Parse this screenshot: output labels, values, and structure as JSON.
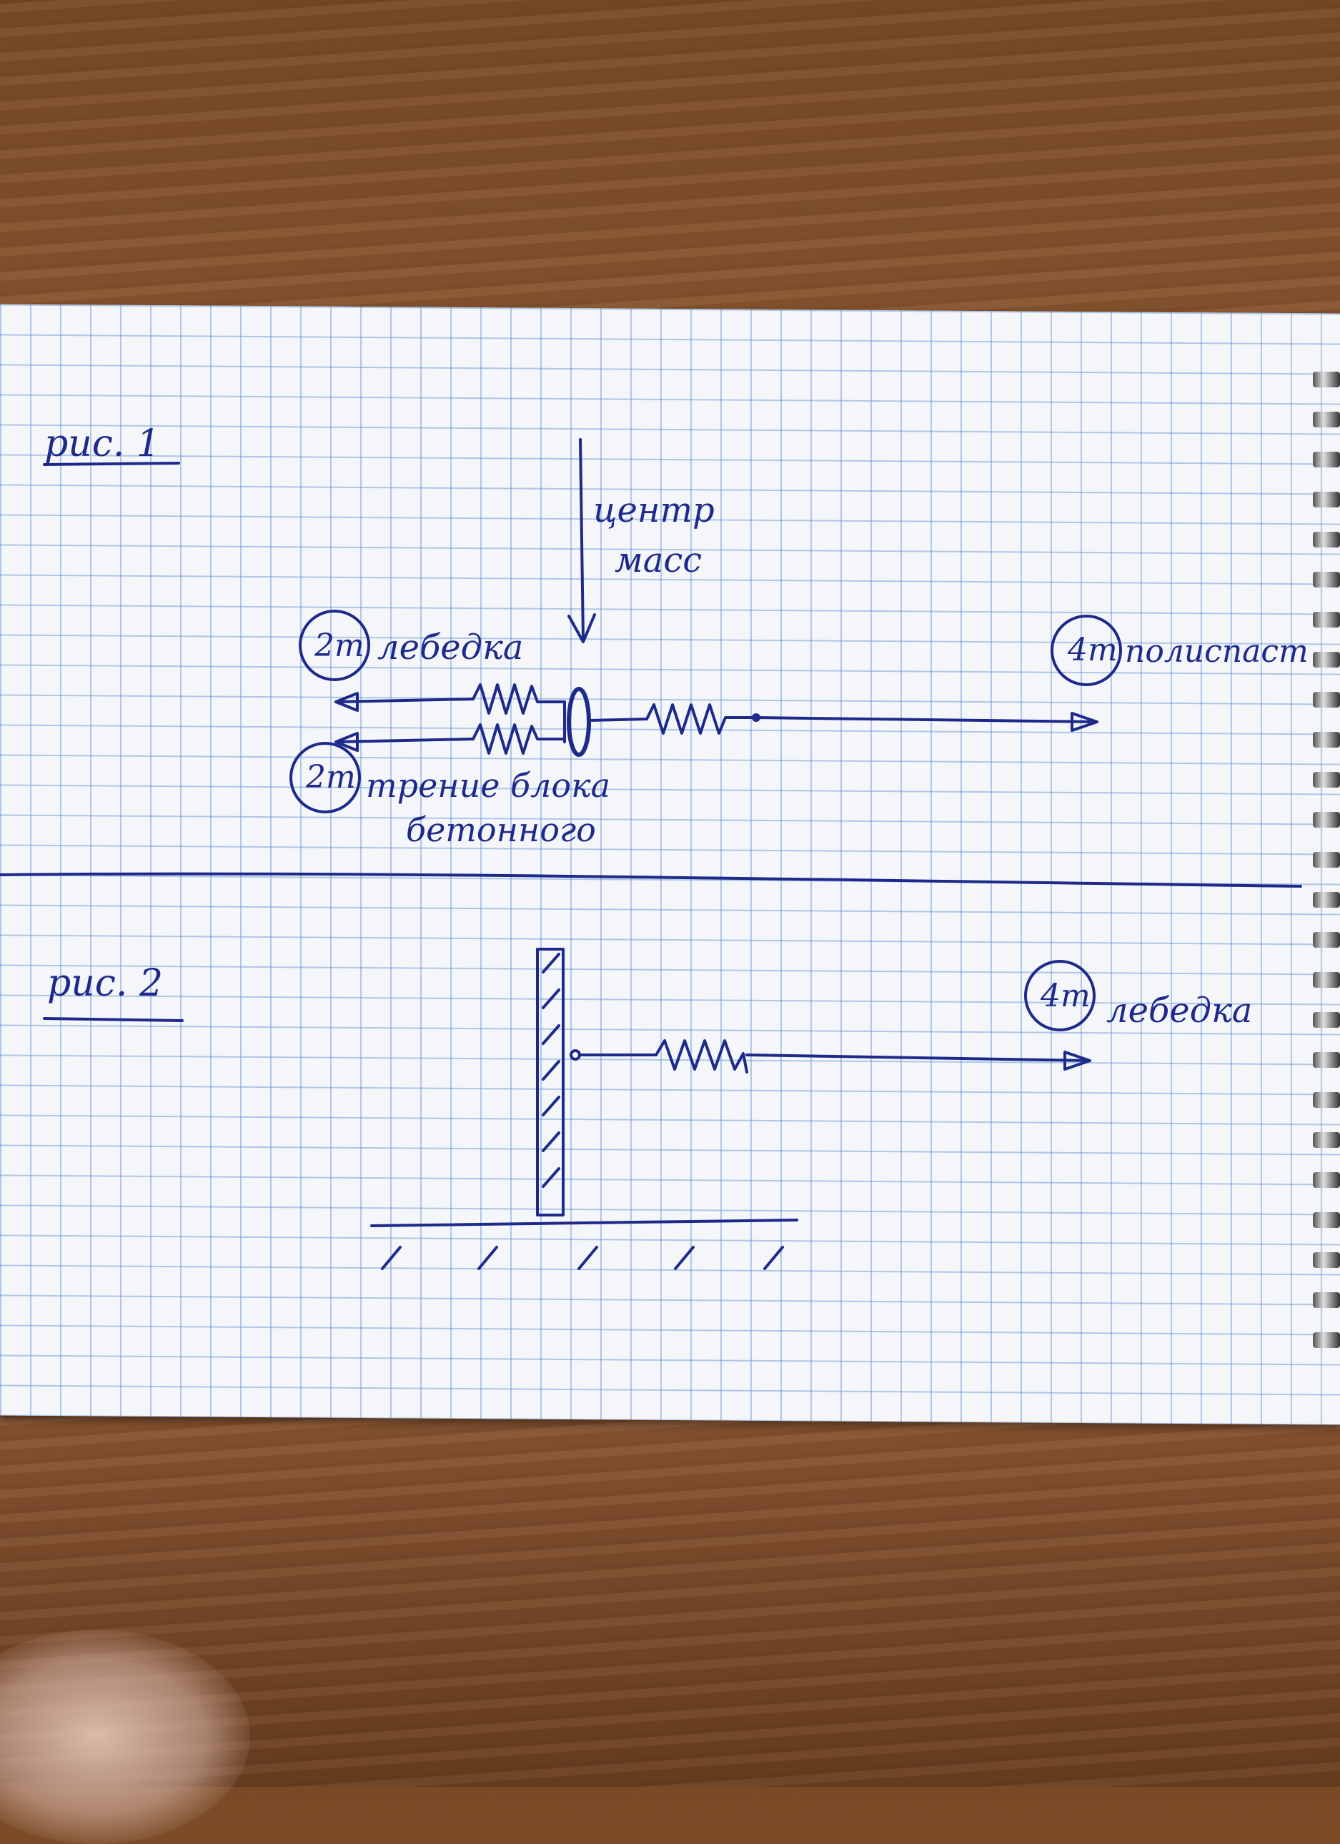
{
  "fig1": {
    "label": "рис. 1",
    "center_mass": [
      "центр",
      "масс"
    ],
    "winch_load": "2т",
    "winch_label": "лебедка",
    "friction_load": "2т",
    "friction_label": [
      "трение блока",
      "бетонного"
    ],
    "right_load": "4т",
    "right_label": "полиспаст"
  },
  "fig2": {
    "label": "рис. 2",
    "winch_load": "4т",
    "winch_label": "лебедка"
  },
  "colors": {
    "ink": "#1e2a8a",
    "grid": "#5a8cd2",
    "paper": "#f4f6fa",
    "wood": "#7a4a26"
  }
}
